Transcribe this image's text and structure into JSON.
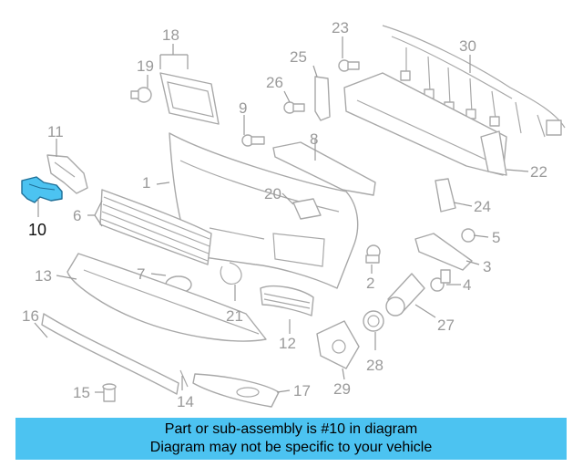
{
  "diagram": {
    "highlight_color": "#4cc3f1",
    "highlighted_part": "10",
    "callouts": [
      {
        "id": "c1",
        "label": "1"
      },
      {
        "id": "c2",
        "label": "2"
      },
      {
        "id": "c3",
        "label": "3"
      },
      {
        "id": "c4",
        "label": "4"
      },
      {
        "id": "c5",
        "label": "5"
      },
      {
        "id": "c6",
        "label": "6"
      },
      {
        "id": "c7",
        "label": "7"
      },
      {
        "id": "c8",
        "label": "8"
      },
      {
        "id": "c9",
        "label": "9"
      },
      {
        "id": "c10",
        "label": "10"
      },
      {
        "id": "c11",
        "label": "11"
      },
      {
        "id": "c12",
        "label": "12"
      },
      {
        "id": "c13",
        "label": "13"
      },
      {
        "id": "c14",
        "label": "14"
      },
      {
        "id": "c15",
        "label": "15"
      },
      {
        "id": "c16",
        "label": "16"
      },
      {
        "id": "c17",
        "label": "17"
      },
      {
        "id": "c18",
        "label": "18"
      },
      {
        "id": "c19",
        "label": "19"
      },
      {
        "id": "c20",
        "label": "20"
      },
      {
        "id": "c21",
        "label": "21"
      },
      {
        "id": "c22",
        "label": "22"
      },
      {
        "id": "c23",
        "label": "23"
      },
      {
        "id": "c24",
        "label": "24"
      },
      {
        "id": "c25",
        "label": "25"
      },
      {
        "id": "c26",
        "label": "26"
      },
      {
        "id": "c27",
        "label": "27"
      },
      {
        "id": "c28",
        "label": "28"
      },
      {
        "id": "c29",
        "label": "29"
      },
      {
        "id": "c30",
        "label": "30"
      }
    ]
  },
  "banner": {
    "line1": "Part or sub-assembly is #10 in diagram",
    "line2": "Diagram may not be specific to your vehicle",
    "background": "#4cc3f1"
  }
}
